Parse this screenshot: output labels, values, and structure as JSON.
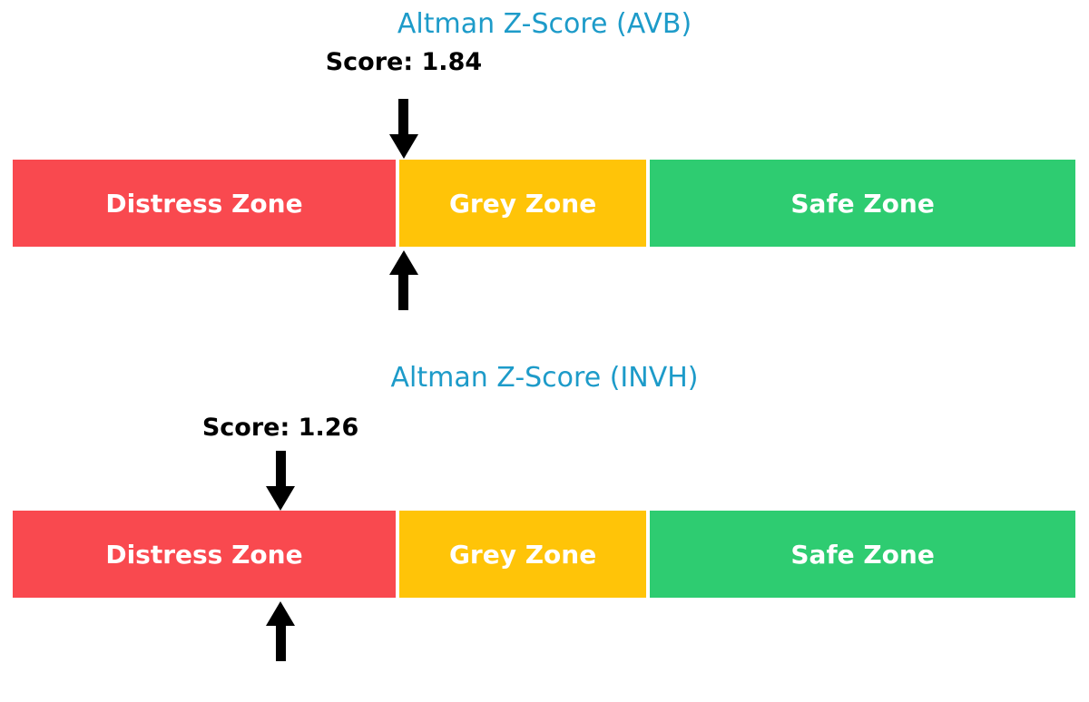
{
  "colors": {
    "title": "#1d9bc9",
    "score_text": "#000000",
    "arrow": "#000000",
    "zone_label_text": "#ffffff",
    "distress": "#f9494f",
    "grey": "#ffc408",
    "safe": "#2ecc71",
    "background": "#ffffff"
  },
  "chart_data": [
    {
      "type": "bar",
      "title": "Altman Z-Score (AVB)",
      "score": 1.84,
      "score_label": "Score: 1.84",
      "xlim": [
        0,
        5
      ],
      "marker": "double-arrow-at-score",
      "zones": [
        {
          "label": "Distress Zone",
          "start": 0,
          "end": 1.81,
          "color": "#f9494f"
        },
        {
          "label": "Grey Zone",
          "start": 1.81,
          "end": 2.99,
          "color": "#ffc408"
        },
        {
          "label": "Safe Zone",
          "start": 2.99,
          "end": 5,
          "color": "#2ecc71"
        }
      ]
    },
    {
      "type": "bar",
      "title": "Altman Z-Score (INVH)",
      "score": 1.26,
      "score_label": "Score: 1.26",
      "xlim": [
        0,
        5
      ],
      "marker": "double-arrow-at-score",
      "zones": [
        {
          "label": "Distress Zone",
          "start": 0,
          "end": 1.81,
          "color": "#f9494f"
        },
        {
          "label": "Grey Zone",
          "start": 1.81,
          "end": 2.99,
          "color": "#ffc408"
        },
        {
          "label": "Safe Zone",
          "start": 2.99,
          "end": 5,
          "color": "#2ecc71"
        }
      ]
    }
  ]
}
